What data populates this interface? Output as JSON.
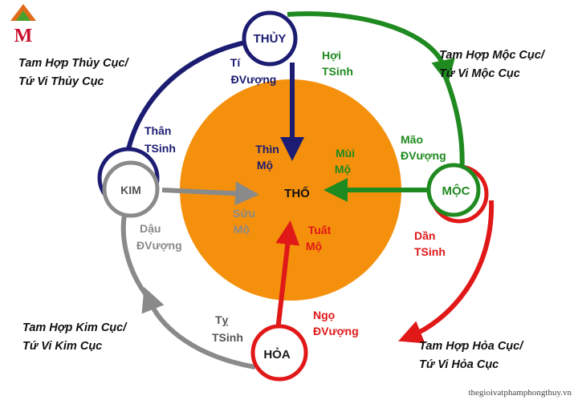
{
  "logo": {
    "letter": "M"
  },
  "center": {
    "label": "THỔ"
  },
  "nodes": {
    "thuy": "THỦY",
    "moc": "MỘC",
    "hoa": "HỎA",
    "kim": "KIM"
  },
  "captions": {
    "thuy": [
      "Tam Hợp Thủy Cục/",
      "Tứ Vi Thủy Cục"
    ],
    "moc": [
      "Tam Hợp Mộc Cục/",
      "Tứ Vi Mộc Cục"
    ],
    "hoa": [
      "Tam Hợp Hỏa Cục/",
      "Tứ Vi Hỏa Cục"
    ],
    "kim": [
      "Tam Hợp Kim Cục/",
      "Tứ Vi Kim Cục"
    ]
  },
  "arc_labels": {
    "ti": [
      "Tí",
      "ĐVượng"
    ],
    "hoi": [
      "Hợi",
      "TSinh"
    ],
    "mao": [
      "Mão",
      "ĐVượng"
    ],
    "dan": [
      "Dần",
      "TSinh"
    ],
    "ngo": [
      "Ngọ",
      "ĐVượng"
    ],
    "ty": [
      "Tỵ",
      "TSinh"
    ],
    "dau": [
      "Dậu",
      "ĐVượng"
    ],
    "than": [
      "Thân",
      "TSinh"
    ]
  },
  "inner_labels": {
    "thin": [
      "Thìn",
      "Mộ"
    ],
    "mui": [
      "Mùi",
      "Mộ"
    ],
    "suu": [
      "Sửu",
      "Mộ"
    ],
    "tuat": [
      "Tuất",
      "Mộ"
    ]
  },
  "watermark": "thegioivatphamphongthuy.vn",
  "colors": {
    "thuy": "#1c1c72",
    "moc": "#1f8a1f",
    "hoa": "#e01818",
    "kim": "#8a8a8a",
    "earth": "#f5900c"
  }
}
